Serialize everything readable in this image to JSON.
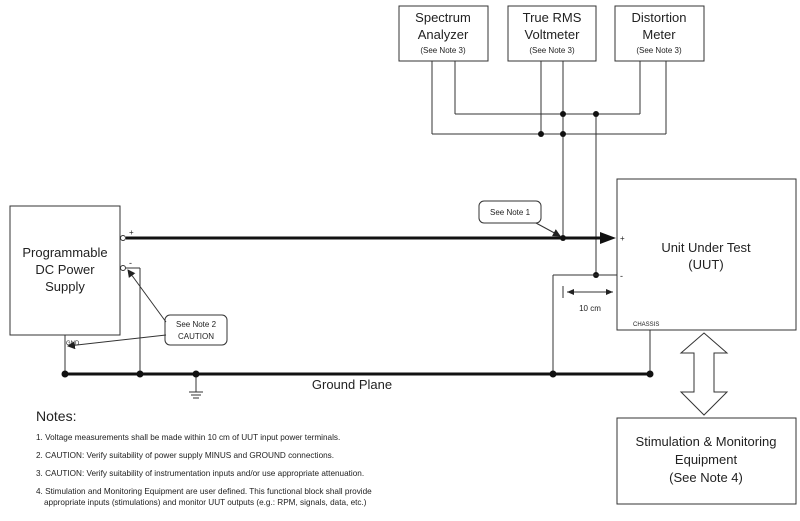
{
  "boxes": {
    "spectrum_analyzer": {
      "line1": "Spectrum",
      "line2": "Analyzer",
      "note": "(See Note 3)"
    },
    "rms_voltmeter": {
      "line1": "True RMS",
      "line2": "Voltmeter",
      "note": "(See Note 3)"
    },
    "distortion_meter": {
      "line1": "Distortion",
      "line2": "Meter",
      "note": "(See Note 3)"
    },
    "power_supply": {
      "line1": "Programmable",
      "line2": "DC Power",
      "line3": "Supply",
      "gnd_label": "GND"
    },
    "uut": {
      "line1": "Unit Under Test",
      "line2": "(UUT)",
      "chassis_label": "CHASSIS"
    },
    "stim": {
      "line1": "Stimulation & Monitoring",
      "line2": "Equipment",
      "line3": "(See Note 4)"
    }
  },
  "labels": {
    "plus": "+",
    "minus": "-",
    "see_note_1": "See Note 1",
    "see_note_2": "See Note 2",
    "caution": "CAUTION",
    "ten_cm": "10 cm",
    "ground_plane": "Ground Plane"
  },
  "notes": {
    "title": "Notes:",
    "items": [
      "1. Voltage measurements shall be made within 10 cm of UUT input power terminals.",
      "2. CAUTION: Verify suitability of power supply MINUS and GROUND connections.",
      "3. CAUTION: Verify suitability of instrumentation inputs and/or use appropriate attenuation.",
      "4. Stimulation and Monitoring Equipment are user defined. This functional block shall provide",
      "appropriate inputs (stimulations) and monitor UUT outputs (e.g.: RPM, signals, data, etc.)"
    ]
  }
}
